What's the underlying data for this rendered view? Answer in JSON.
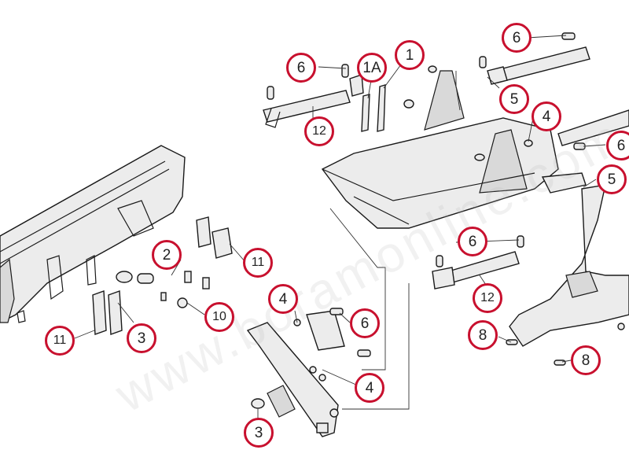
{
  "watermark": "www.boramonline.com",
  "callouts": [
    {
      "id": "c-6-top-left",
      "label": "6"
    },
    {
      "id": "c-1a",
      "label": "1A"
    },
    {
      "id": "c-1",
      "label": "1"
    },
    {
      "id": "c-6-top-right",
      "label": "6"
    },
    {
      "id": "c-5-upper",
      "label": "5"
    },
    {
      "id": "c-4-upper",
      "label": "4"
    },
    {
      "id": "c-6-right-edge",
      "label": "6"
    },
    {
      "id": "c-5-right",
      "label": "5"
    },
    {
      "id": "c-12-upper",
      "label": "12"
    },
    {
      "id": "c-2",
      "label": "2"
    },
    {
      "id": "c-11-right",
      "label": "11"
    },
    {
      "id": "c-6-middle",
      "label": "6"
    },
    {
      "id": "c-12-lower",
      "label": "12"
    },
    {
      "id": "c-4-mid",
      "label": "4"
    },
    {
      "id": "c-10",
      "label": "10"
    },
    {
      "id": "c-6-mount",
      "label": "6"
    },
    {
      "id": "c-11-left",
      "label": "11"
    },
    {
      "id": "c-3-left",
      "label": "3"
    },
    {
      "id": "c-8-left",
      "label": "8"
    },
    {
      "id": "c-8-right",
      "label": "8"
    },
    {
      "id": "c-4-low",
      "label": "4"
    },
    {
      "id": "c-3-bottom",
      "label": "3"
    }
  ],
  "colors": {
    "callout_ring": "#c8102e",
    "ink": "#1a1a1a"
  }
}
